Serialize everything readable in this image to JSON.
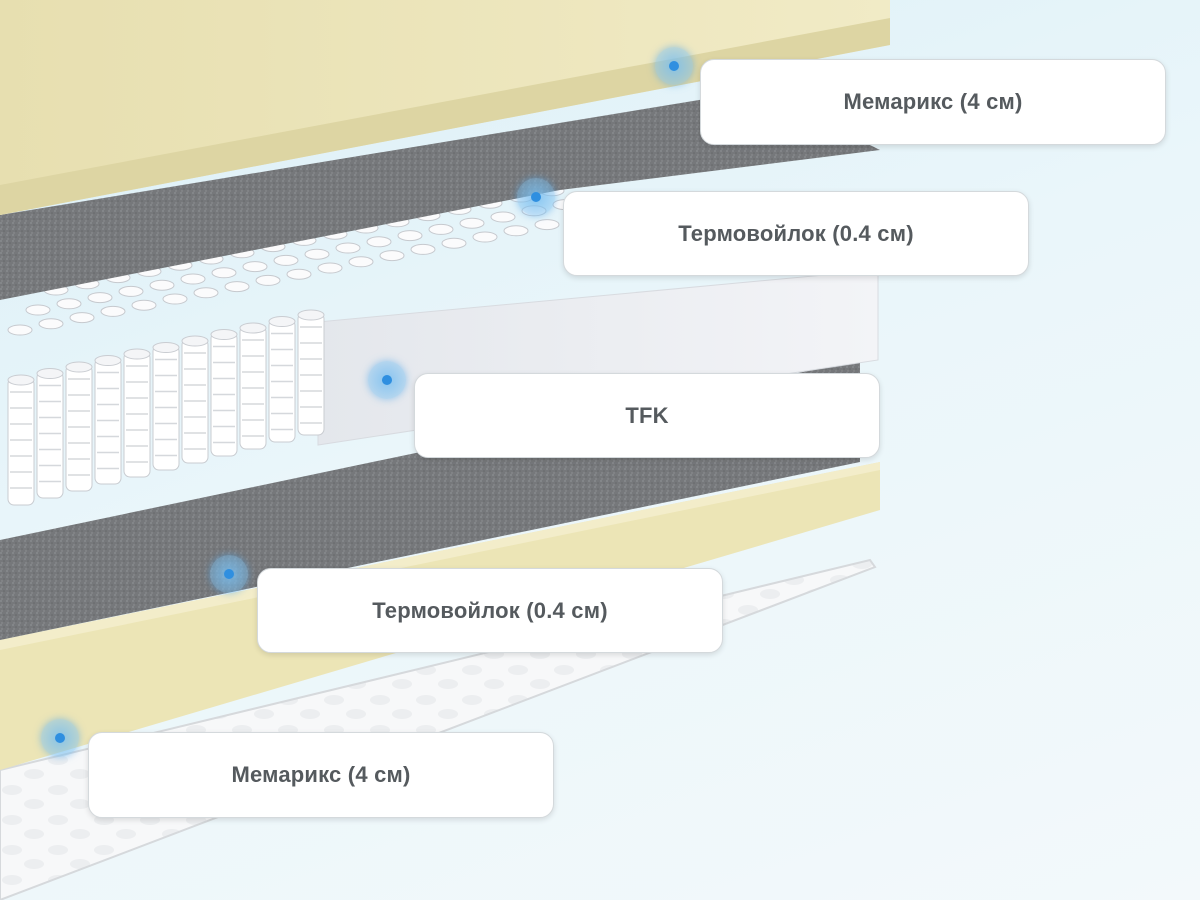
{
  "diagram": {
    "layers": [
      {
        "id": "memorix-top",
        "label": "Мемарикс (4 см)"
      },
      {
        "id": "felt-top",
        "label": "Термовойлок (0.4 см)"
      },
      {
        "id": "tfk",
        "label": "TFK"
      },
      {
        "id": "felt-bottom",
        "label": "Термовойлок (0.4 см)"
      },
      {
        "id": "memorix-bottom",
        "label": "Мемарикс (4 см)"
      }
    ],
    "colors": {
      "memory_foam": "#ece5b6",
      "felt": "#7b7d80",
      "springs": "#ffffff",
      "marker": "#2f8fe0",
      "label_text": "#555a5e"
    }
  }
}
